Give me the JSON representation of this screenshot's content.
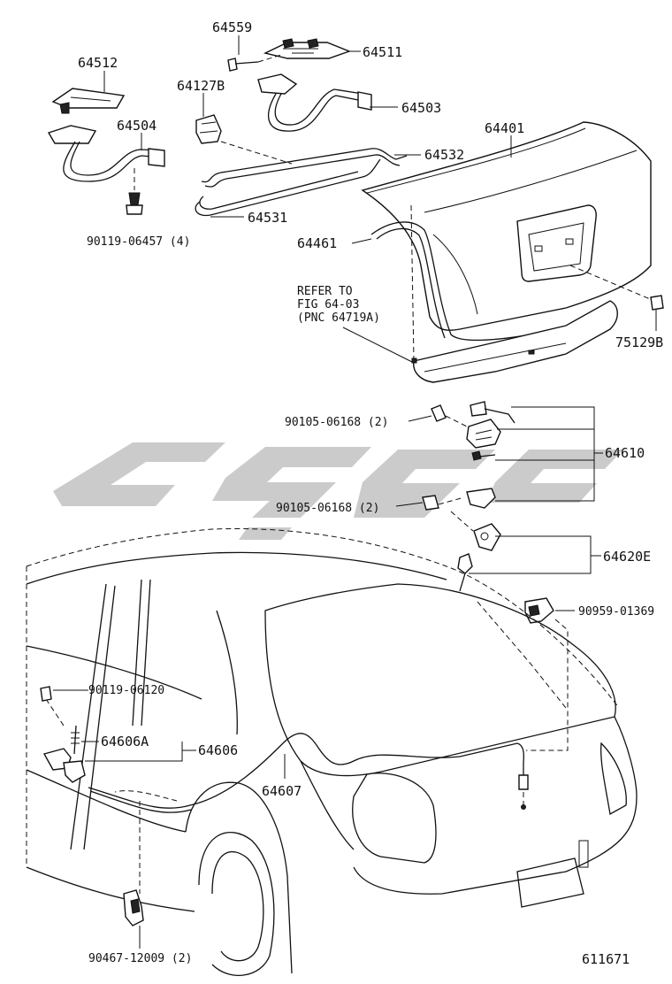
{
  "drawing": {
    "figure_number": "611671",
    "reference_note": [
      "REFER TO",
      "FIG 64-03",
      "(PNC 64719A)"
    ],
    "callouts": {
      "p64559": "64559",
      "p64511": "64511",
      "p64512": "64512",
      "p64127B": "64127B",
      "p64503": "64503",
      "p64504": "64504",
      "p64401": "64401",
      "p64532": "64532",
      "p64531": "64531",
      "p90119_06457": "90119-06457 (4)",
      "p64461": "64461",
      "p75129B": "75129B",
      "p90105_06168_a": "90105-06168 (2)",
      "p64610": "64610",
      "p90105_06168_b": "90105-06168 (2)",
      "p64620E": "64620E",
      "p90959_01369": "90959-01369",
      "p90119_06120": "90119-06120",
      "p64606A": "64606A",
      "p64606": "64606",
      "p64607": "64607",
      "p90467_12009": "90467-12009 (2)"
    }
  }
}
